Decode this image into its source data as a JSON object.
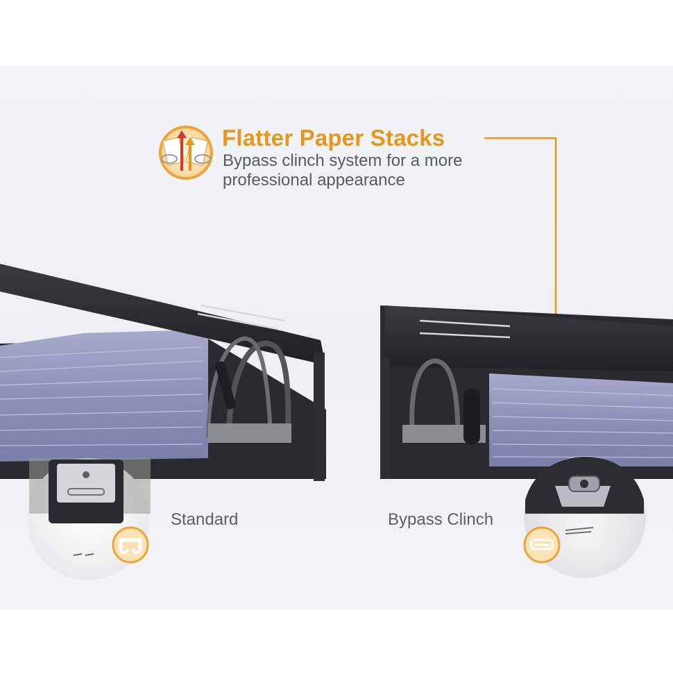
{
  "feature": {
    "title": "Flatter Paper Stacks",
    "description": "Bypass clinch system for a more professional appearance",
    "icon": "paper-stack-arrows-icon"
  },
  "comparison": {
    "left_label": "Standard",
    "right_label": "Bypass Clinch"
  },
  "colors": {
    "accent": "#e8951c",
    "text": "#555b61",
    "binder": "#2b2d31",
    "paper": "#8e92bb"
  }
}
